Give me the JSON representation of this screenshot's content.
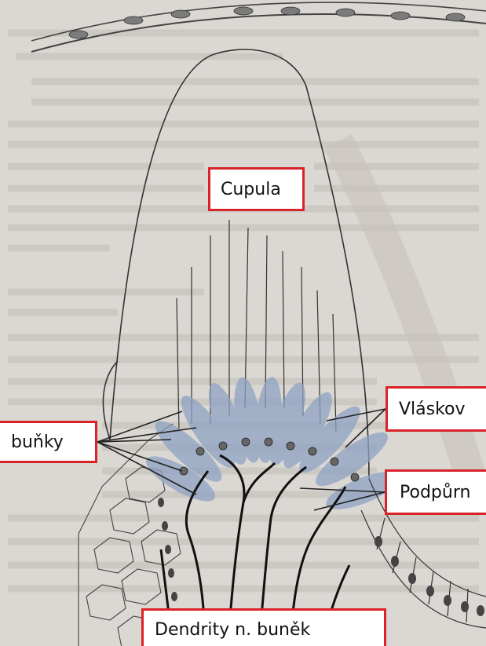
{
  "labels": {
    "cupula": "Cupula",
    "hair_cells": "Vláskov",
    "cells_left": "buňky",
    "supporting": "Podpůrn",
    "dendrites": "Dendrity n. buněk"
  },
  "colors": {
    "label_border": "#d8232a",
    "hair_cell_fill": "#8ea2c4",
    "ink": "#2a2a2a",
    "page": "#d6d3cd"
  }
}
